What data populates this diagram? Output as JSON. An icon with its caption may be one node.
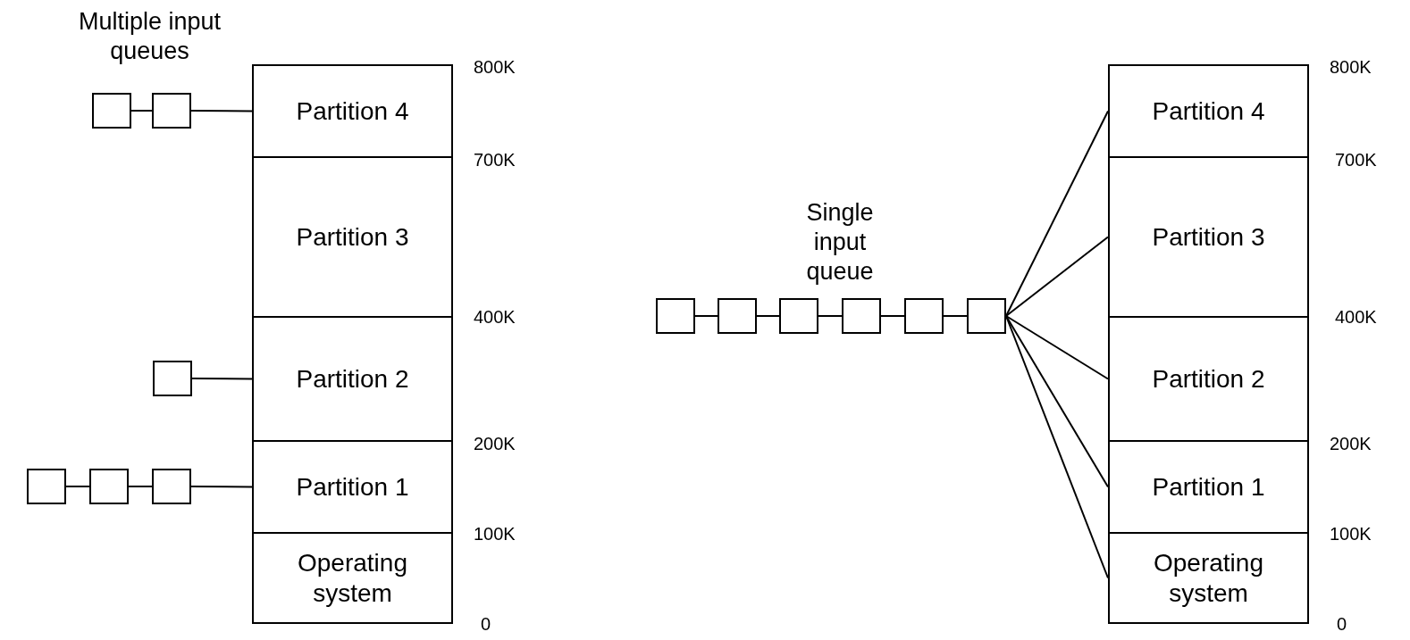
{
  "diagram": {
    "nodes": [
      {
        "text": [
          "Partition 4"
        ]
      },
      {
        "text": [
          "Partition 3"
        ]
      },
      {
        "text": [
          "Partition 2"
        ]
      },
      {
        "text": [
          "Partition 1"
        ]
      },
      {
        "text": [
          "Operating system"
        ]
      },
      {
        "text": [],
        "shape": "box"
      },
      {
        "text": [],
        "shape": "box"
      },
      {
        "text": [],
        "shape": "box"
      },
      {
        "text": [],
        "shape": "box"
      },
      {
        "text": [],
        "shape": "box"
      },
      {
        "text": [],
        "shape": "box"
      },
      {
        "text": [
          "Partition 4"
        ]
      },
      {
        "text": [
          "Partition 3"
        ]
      },
      {
        "text": [
          "Partition 2"
        ]
      },
      {
        "text": [
          "Partition 1"
        ]
      },
      {
        "text": [
          "Operating system"
        ]
      },
      {
        "text": [],
        "shape": "box"
      },
      {
        "text": [],
        "shape": "box"
      },
      {
        "text": [],
        "shape": "box"
      },
      {
        "text": [],
        "shape": "box"
      },
      {
        "text": [],
        "shape": "box"
      },
      {
        "text": [],
        "shape": "box"
      }
    ],
    "edges": [
      {
        "from": 5,
        "to": 6,
        "arrow": "none"
      },
      {
        "from": 6,
        "to": 0,
        "arrow": "none"
      },
      {
        "from": 7,
        "to": 2,
        "arrow": "none"
      },
      {
        "from": 8,
        "to": 9,
        "arrow": "none"
      },
      {
        "from": 9,
        "to": 10,
        "arrow": "none"
      },
      {
        "from": 10,
        "to": 3,
        "arrow": "none"
      },
      {
        "from": 16,
        "to": 17,
        "arrow": "none"
      },
      {
        "from": 17,
        "to": 18,
        "arrow": "none"
      },
      {
        "from": 18,
        "to": 19,
        "arrow": "none"
      },
      {
        "from": 19,
        "to": 20,
        "arrow": "none"
      },
      {
        "from": 20,
        "to": 21,
        "arrow": "none"
      },
      {
        "from": 21,
        "to": 11,
        "arrow": "none"
      },
      {
        "from": 21,
        "to": 12,
        "arrow": "none"
      },
      {
        "from": 21,
        "to": 13,
        "arrow": "none"
      },
      {
        "from": 21,
        "to": 14,
        "arrow": "none"
      },
      {
        "from": 21,
        "to": 15,
        "arrow": "none"
      }
    ],
    "labels": [
      "Multiple input queues",
      "800K",
      "700K",
      "400K",
      "200K",
      "100K",
      "0",
      "Single input queue",
      "800K",
      "700K",
      "400K",
      "200K",
      "100K",
      "0"
    ]
  }
}
